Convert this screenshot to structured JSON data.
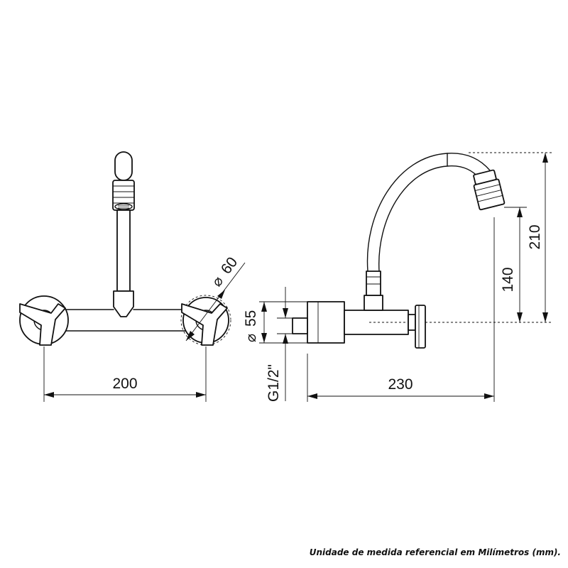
{
  "dimensions": {
    "front_width": "200",
    "handle_diameter": "60",
    "flange_diameter": "55",
    "thread": "G1/2\"",
    "side_depth": "230",
    "spout_height": "140",
    "total_height": "210",
    "diameter_symbol": "⌀"
  },
  "footnote": "Unidade de medida referencial em Milímetros (mm)."
}
